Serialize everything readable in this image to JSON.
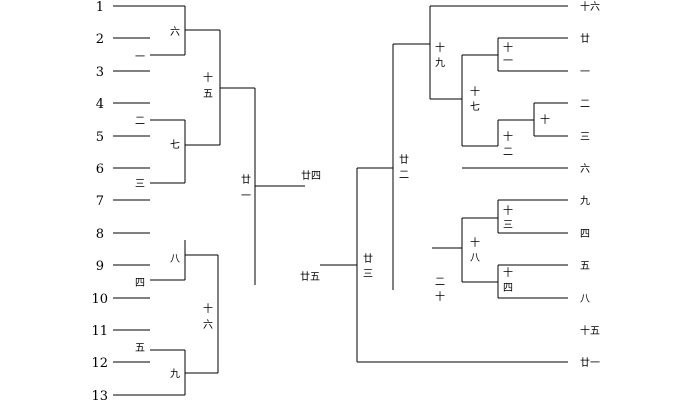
{
  "left_bracket": {
    "seeds": [
      "1",
      "2",
      "3",
      "4",
      "5",
      "6",
      "7",
      "8",
      "9",
      "10",
      "11",
      "12",
      "13"
    ],
    "labels": {
      "m1": "六",
      "m1_sub": "一",
      "m2_top": "二",
      "m2": "七",
      "m2_bot": "三",
      "m3": "八",
      "m3_sub": "四",
      "m4_top": "五",
      "m4": "九",
      "m5": [
        "十",
        "五"
      ],
      "m6": [
        "十",
        "六"
      ],
      "m7": [
        "廿",
        "一"
      ],
      "m7_out": "廿四"
    }
  },
  "right_bracket": {
    "slots": [
      "十六",
      "廿",
      "一",
      "二",
      "三",
      "六",
      "九",
      "四",
      "五",
      "八",
      "十五",
      "廿一"
    ],
    "labels": {
      "m11": [
        "十",
        "一"
      ],
      "m10": "十",
      "m12": [
        "十",
        "二"
      ],
      "m17": [
        "十",
        "七"
      ],
      "m19": [
        "十",
        "九"
      ],
      "m13": [
        "十",
        "三"
      ],
      "m14": [
        "十",
        "四"
      ],
      "m18": [
        "十",
        "八"
      ],
      "m20": [
        "二",
        "十"
      ],
      "m22": [
        "廿",
        "二"
      ],
      "m23": [
        "廿",
        "三"
      ],
      "m25": "廿五"
    }
  }
}
